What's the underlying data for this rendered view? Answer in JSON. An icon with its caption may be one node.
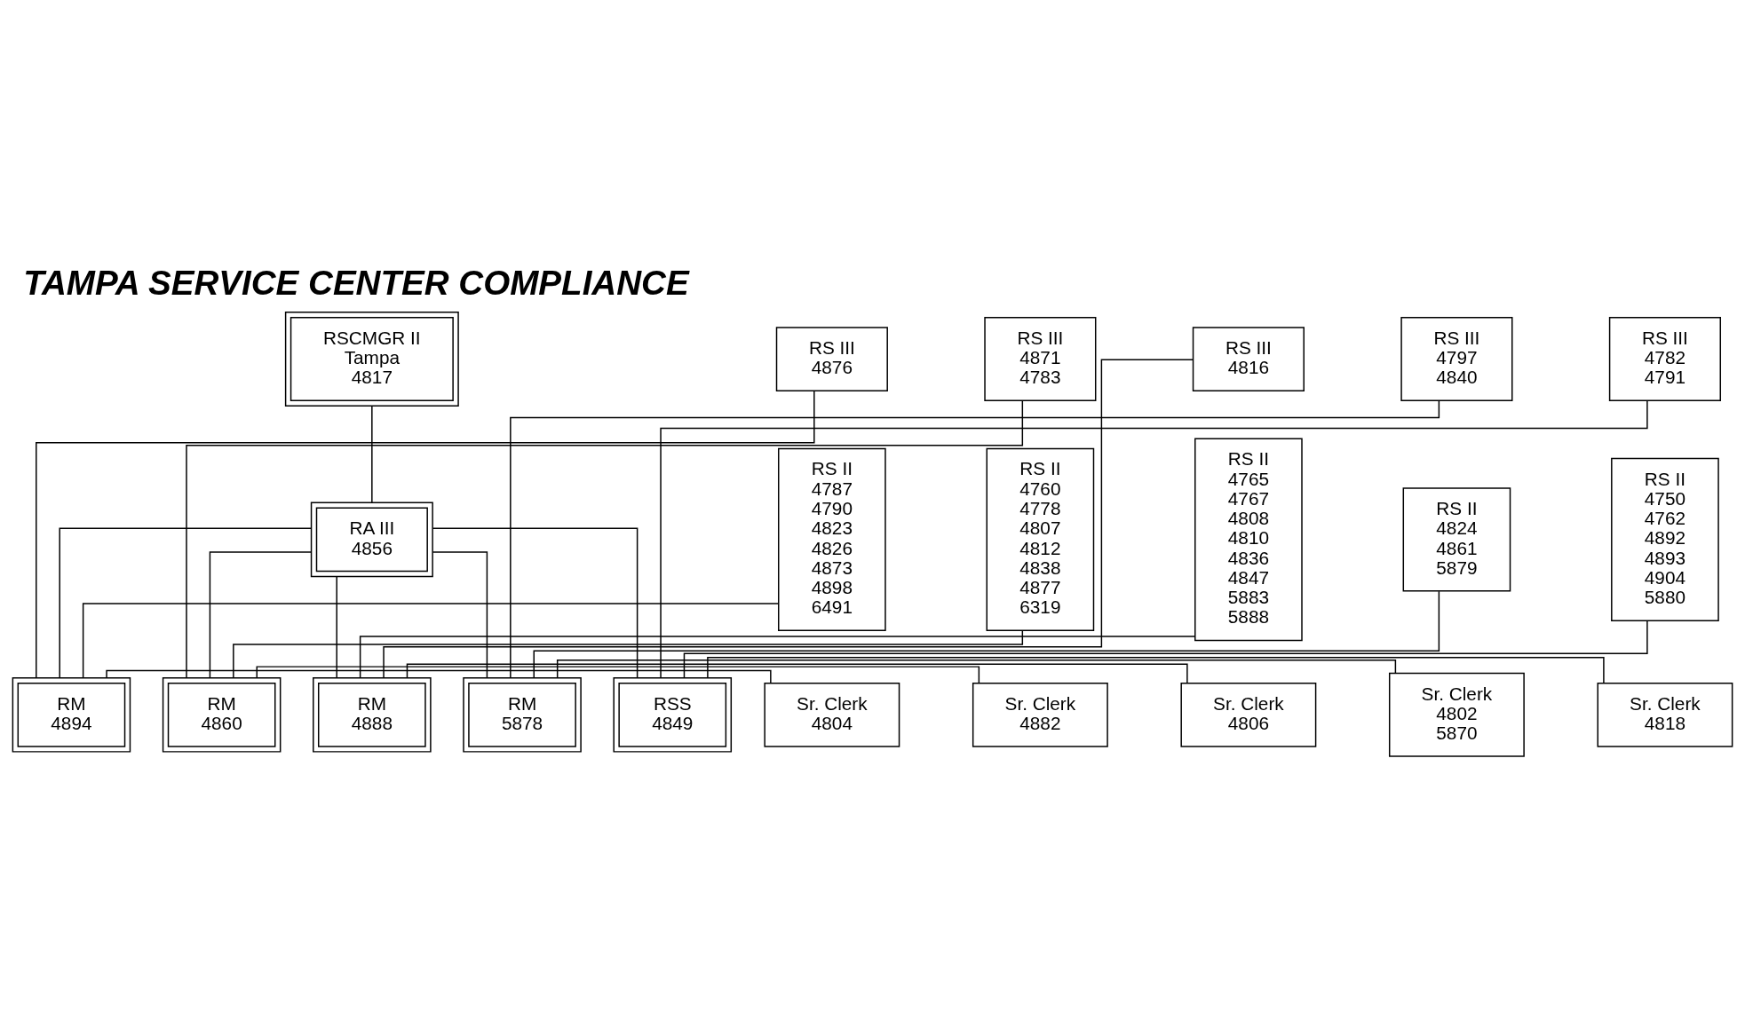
{
  "diagram": {
    "title": "TAMPA SERVICE CENTER COMPLIANCE",
    "nodes": [
      {
        "text": [
          "RSCMGR II",
          "Tampa",
          "4817"
        ]
      },
      {
        "text": [
          "RA III",
          "4856"
        ]
      },
      {
        "text": [
          "RM",
          "4894"
        ]
      },
      {
        "text": [
          "RM",
          "4860"
        ]
      },
      {
        "text": [
          "RM",
          "4888"
        ]
      },
      {
        "text": [
          "RM",
          "5878"
        ]
      },
      {
        "text": [
          "RSS",
          "4849"
        ]
      },
      {
        "text": [
          "RS III",
          "4876"
        ]
      },
      {
        "text": [
          "RS II",
          "4787",
          "4790",
          "4823",
          "4826",
          "4873",
          "4898",
          "6491"
        ]
      },
      {
        "text": [
          "Sr. Clerk",
          "4804"
        ]
      },
      {
        "text": [
          "RS III",
          "4871",
          "4783"
        ]
      },
      {
        "text": [
          "RS II",
          "4760",
          "4778",
          "4807",
          "4812",
          "4838",
          "4877",
          "6319"
        ]
      },
      {
        "text": [
          "Sr. Clerk",
          "4882"
        ]
      },
      {
        "text": [
          "RS III",
          "4816"
        ]
      },
      {
        "text": [
          "RS II",
          "4765",
          "4767",
          "4808",
          "4810",
          "4836",
          "4847",
          "5883",
          "5888"
        ]
      },
      {
        "text": [
          "Sr. Clerk",
          "4806"
        ]
      },
      {
        "text": [
          "RS III",
          "4797",
          "4840"
        ]
      },
      {
        "text": [
          "RS II",
          "4824",
          "4861",
          "5879"
        ]
      },
      {
        "text": [
          "Sr. Clerk",
          "4802",
          "5870"
        ]
      },
      {
        "text": [
          "RS III",
          "4782",
          "4791"
        ]
      },
      {
        "text": [
          "RS II",
          "4750",
          "4762",
          "4892",
          "4893",
          "4904",
          "5880"
        ]
      },
      {
        "text": [
          "Sr. Clerk",
          "4818"
        ]
      }
    ],
    "edges": [
      {
        "from": 0,
        "to": 1,
        "arrow": "none"
      },
      {
        "from": 1,
        "to": 2,
        "arrow": "none"
      },
      {
        "from": 1,
        "to": 3,
        "arrow": "none"
      },
      {
        "from": 1,
        "to": 4,
        "arrow": "none"
      },
      {
        "from": 1,
        "to": 5,
        "arrow": "none"
      },
      {
        "from": 1,
        "to": 6,
        "arrow": "none"
      },
      {
        "from": 2,
        "to": 7,
        "arrow": "none"
      },
      {
        "from": 2,
        "to": 8,
        "arrow": "none"
      },
      {
        "from": 2,
        "to": 9,
        "arrow": "none"
      },
      {
        "from": 3,
        "to": 10,
        "arrow": "none"
      },
      {
        "from": 3,
        "to": 11,
        "arrow": "none"
      },
      {
        "from": 3,
        "to": 12,
        "arrow": "none"
      },
      {
        "from": 4,
        "to": 13,
        "arrow": "none"
      },
      {
        "from": 4,
        "to": 14,
        "arrow": "none"
      },
      {
        "from": 4,
        "to": 15,
        "arrow": "none"
      },
      {
        "from": 5,
        "to": 16,
        "arrow": "none"
      },
      {
        "from": 5,
        "to": 17,
        "arrow": "none"
      },
      {
        "from": 5,
        "to": 18,
        "arrow": "none"
      },
      {
        "from": 6,
        "to": 19,
        "arrow": "none"
      },
      {
        "from": 6,
        "to": 20,
        "arrow": "none"
      },
      {
        "from": 6,
        "to": 21,
        "arrow": "none"
      }
    ]
  }
}
